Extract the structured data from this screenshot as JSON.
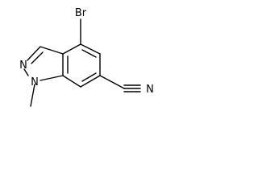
{
  "molecule": {
    "atoms": {
      "bromine": "Br",
      "pyrazole_nitrogen": "N",
      "methyl_nitrogen": "N",
      "nitrile_nitrogen": "N"
    }
  }
}
